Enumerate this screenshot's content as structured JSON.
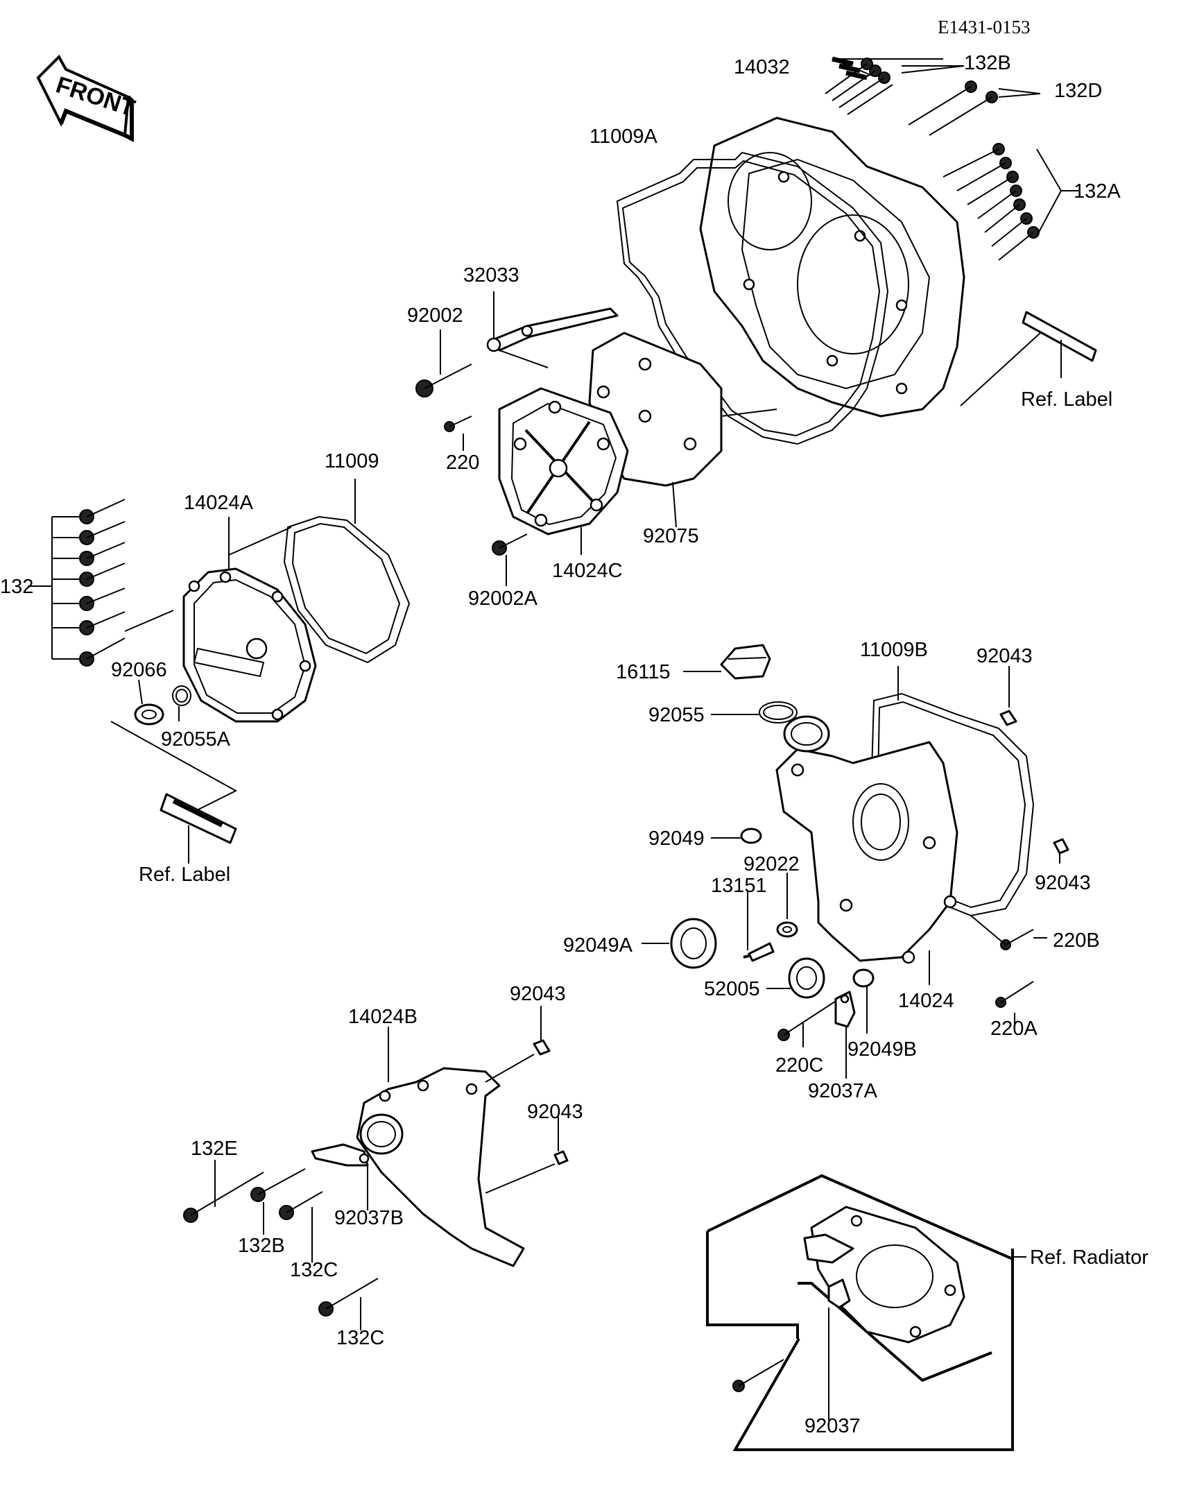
{
  "drawing_code": "E1431-0153",
  "front_label": "FRONT",
  "labels": {
    "p132B_top": "132B",
    "p132D": "132D",
    "p14032": "14032",
    "p11009A": "11009A",
    "p132A": "132A",
    "p32033": "32033",
    "p92002": "92002",
    "p220": "220",
    "p92075": "92075",
    "p14024C": "14024C",
    "p92002A": "92002A",
    "ref_label_top": "Ref. Label",
    "p11009": "11009",
    "p14024A": "14024A",
    "p132": "132",
    "p92066": "92066",
    "p92055A": "92055A",
    "ref_label_left": "Ref. Label",
    "p16115": "16115",
    "p11009B": "11009B",
    "p92043_a": "92043",
    "p92055": "92055",
    "p92049": "92049",
    "p92022": "92022",
    "p92043_b": "92043",
    "p13151": "13151",
    "p220B": "220B",
    "p92049A": "92049A",
    "p52005": "52005",
    "p14024": "14024",
    "p220A": "220A",
    "p220C": "220C",
    "p92049B": "92049B",
    "p92037A": "92037A",
    "p14024B": "14024B",
    "p92043_c": "92043",
    "p92043_d": "92043",
    "p132E": "132E",
    "p92037B": "92037B",
    "p132B_low": "132B",
    "p132C_a": "132C",
    "p132C_b": "132C",
    "ref_radiator": "Ref. Radiator",
    "p92037": "92037"
  }
}
